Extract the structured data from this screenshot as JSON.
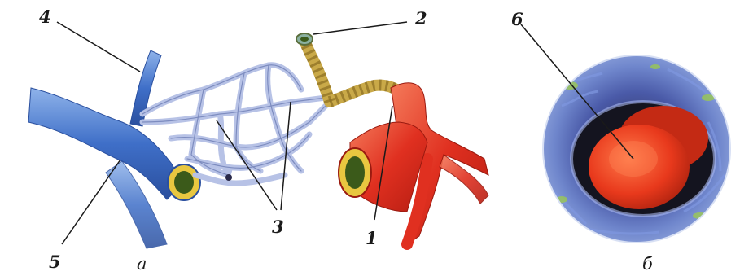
{
  "figure": {
    "labels": {
      "n1": "1",
      "n2": "2",
      "n3": "3",
      "n4": "4",
      "n5": "5",
      "n6": "6"
    },
    "panels": {
      "a": "а",
      "b": "б"
    }
  },
  "colors": {
    "vein": "#3f6fc8",
    "vein_light": "#8fb3ea",
    "artery": "#e03020",
    "artery_light": "#f47a5a",
    "capillary": "#b7c2e6",
    "capillary_outline": "#6f7fb6",
    "lumen_ring": "#e8c740",
    "lumen": "#3b5a1a",
    "smooth_muscle": "#c9a948",
    "erythrocyte": "#e8391c",
    "tissue": "#5f73c4"
  }
}
